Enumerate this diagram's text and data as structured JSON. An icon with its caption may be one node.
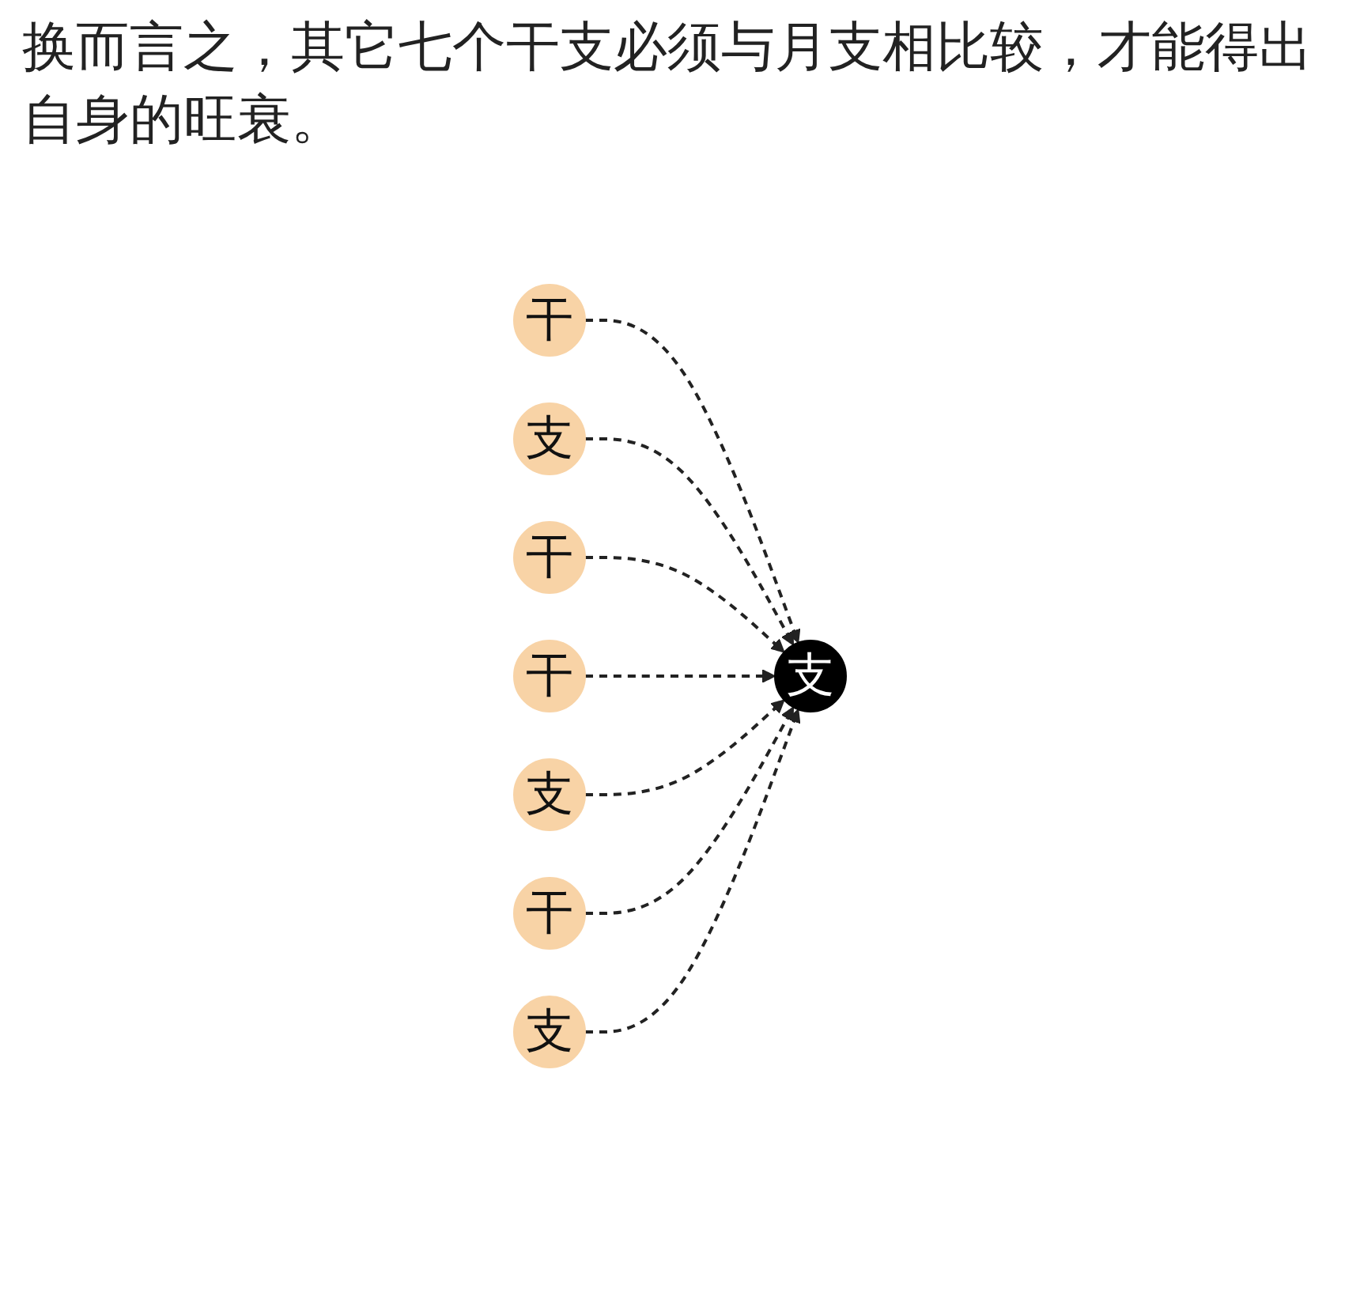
{
  "diagram": {
    "title": "换而言之，其它七个干支必须与月支相比较，才能得出自身的旺衰。",
    "nodes": [
      {
        "text": [
          "干"
        ]
      },
      {
        "text": [
          "支"
        ]
      },
      {
        "text": [
          "干"
        ]
      },
      {
        "text": [
          "支"
        ]
      },
      {
        "text": [
          "干"
        ]
      },
      {
        "text": [
          "支"
        ]
      },
      {
        "text": [
          "干"
        ]
      },
      {
        "text": [
          "支"
        ]
      }
    ],
    "edges": [
      {
        "from": 0,
        "to": 3,
        "arrow": "to",
        "style": "dashed"
      },
      {
        "from": 1,
        "to": 3,
        "arrow": "to",
        "style": "dashed"
      },
      {
        "from": 2,
        "to": 3,
        "arrow": "to",
        "style": "dashed"
      },
      {
        "from": 4,
        "to": 3,
        "arrow": "to",
        "style": "dashed"
      },
      {
        "from": 5,
        "to": 3,
        "arrow": "to",
        "style": "dashed"
      },
      {
        "from": 6,
        "to": 3,
        "arrow": "to",
        "style": "dashed"
      },
      {
        "from": 7,
        "to": 3,
        "arrow": "to",
        "style": "dashed"
      }
    ]
  }
}
